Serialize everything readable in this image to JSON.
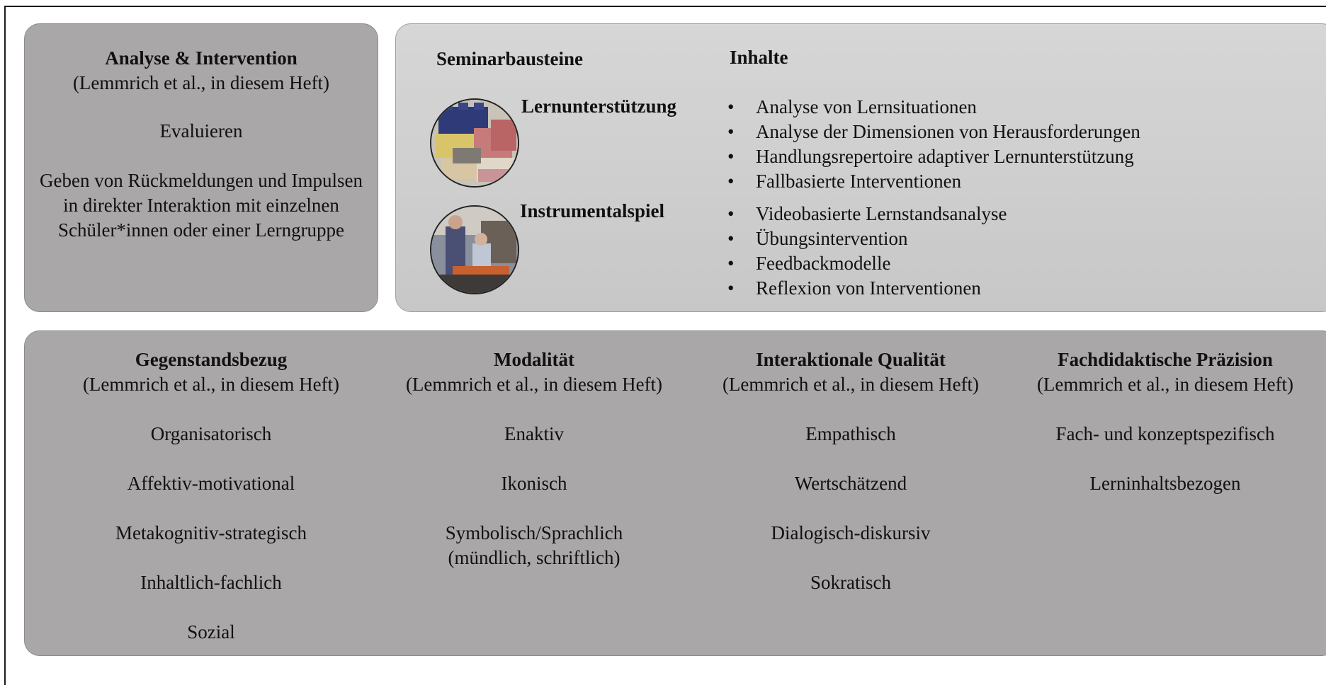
{
  "analyse": {
    "title": "Analyse & Intervention",
    "subtitle": "(Lemmrich et al., in diesem Heft)",
    "item1": "Evaluieren",
    "item2": "Geben von Rückmeldungen und Impulsen in direkter Interaktion mit einzelnen Schüler*innen oder einer Lerngruppe"
  },
  "seminar": {
    "header_left": "Seminarbausteine",
    "header_right": "Inhalte",
    "modules": [
      {
        "label": "Lernunterstützung",
        "image": "lego-bricks-photo",
        "items": [
          "Analyse von Lernsituationen",
          "Analyse der Dimensionen von Herausforderungen",
          "Handlungsrepertoire adaptiver Lernunterstützung",
          "Fallbasierte Interventionen"
        ]
      },
      {
        "label": "Instrumentalspiel",
        "image": "music-lesson-photo",
        "items": [
          "Videobasierte Lernstandsanalyse",
          "Übungsintervention",
          "Feedbackmodelle",
          "Reflexion von Interventionen"
        ]
      }
    ]
  },
  "dimensions": [
    {
      "title": "Gegenstandsbezug",
      "subtitle": "(Lemmrich et al., in diesem Heft)",
      "items": [
        "Organisatorisch",
        "Affektiv-motivational",
        "Metakognitiv-strategisch",
        "Inhaltlich-fachlich",
        "Sozial"
      ]
    },
    {
      "title": "Modalität",
      "subtitle": "(Lemmrich et al., in diesem Heft)",
      "items": [
        "Enaktiv",
        "Ikonisch",
        "Symbolisch/Sprachlich",
        "(mündlich, schriftlich)"
      ]
    },
    {
      "title": "Interaktionale Qualität",
      "subtitle": "(Lemmrich et al., in diesem Heft)",
      "items": [
        "Empathisch",
        "Wertschätzend",
        "Dialogisch-diskursiv",
        "Sokratisch"
      ]
    },
    {
      "title": "Fachdidaktische Präzision",
      "subtitle": "(Lemmrich et al., in diesem Heft)",
      "items": [
        "Fach- und konzeptspezifisch",
        "Lerninhaltsbezogen"
      ]
    }
  ],
  "colors": {
    "panel_dark": "#a9a7a8",
    "panel_light": "#d2d2d2"
  }
}
